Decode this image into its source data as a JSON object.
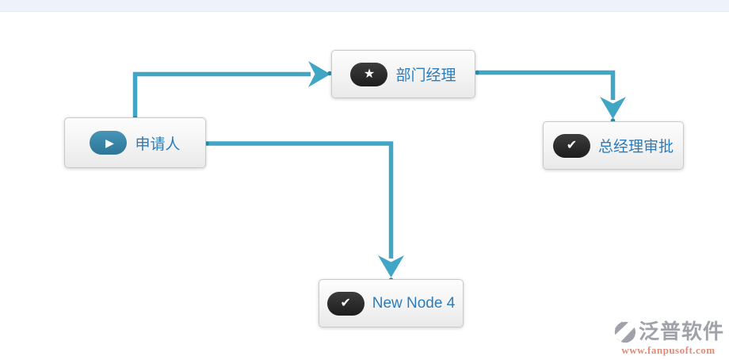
{
  "canvas": {
    "nodes": [
      {
        "id": "start",
        "label": "申请人",
        "icon": "play-icon",
        "glyph": "▶",
        "type": "start"
      },
      {
        "id": "dept",
        "label": "部门经理",
        "icon": "star-icon",
        "glyph": "★",
        "type": "task"
      },
      {
        "id": "gm",
        "label": "总经理审批",
        "icon": "check-icon",
        "glyph": "✔",
        "type": "task"
      },
      {
        "id": "node4",
        "label": "New Node 4",
        "icon": "check-icon",
        "glyph": "✔",
        "type": "task"
      }
    ],
    "connections": [
      {
        "from": "申请人",
        "to": "部门经理"
      },
      {
        "from": "部门经理",
        "to": "总经理审批"
      },
      {
        "from": "申请人",
        "to": "New Node 4"
      }
    ],
    "colors": {
      "connector": "#41a5c6",
      "anchor_dot": "#2e8cab",
      "node_label": "#2b7cbd",
      "start_pill": "#3a87aa",
      "task_pill": "#2b2b2b",
      "topbar": "#eef3fb"
    }
  },
  "watermark": {
    "brand": "泛普软件",
    "url": "www.fanpusoft.com",
    "brand_color": "#9b9ea6",
    "url_color": "#dd8672"
  }
}
